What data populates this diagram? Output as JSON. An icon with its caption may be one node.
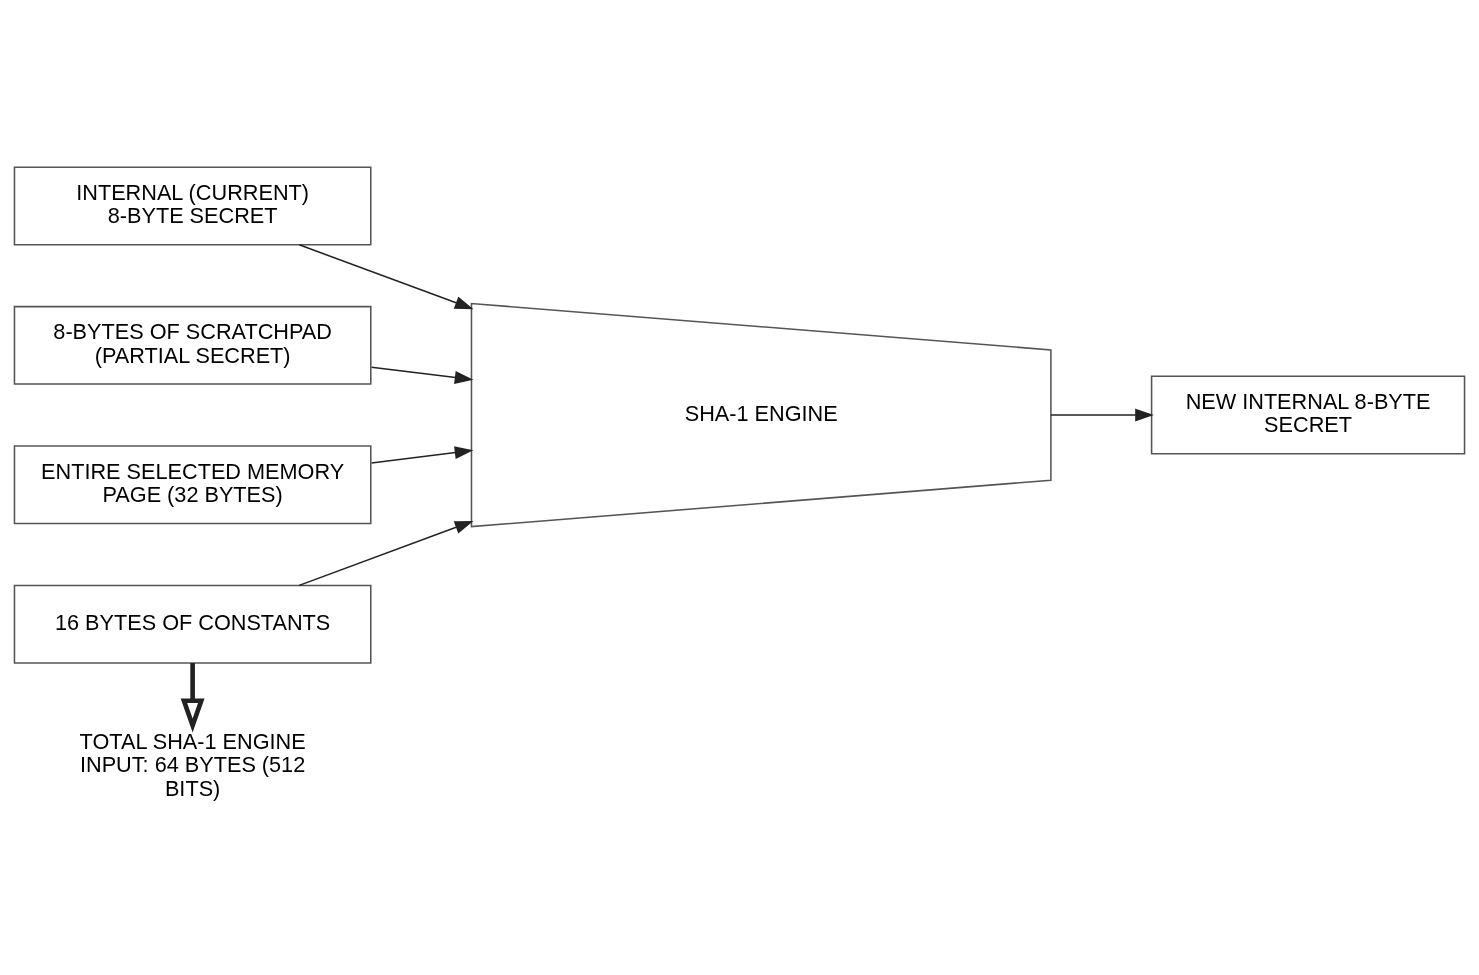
{
  "diagram": {
    "nodes": [
      {
        "text": [
          "INTERNAL (CURRENT) 8-BYTE SECRET"
        ]
      },
      {
        "text": [
          "8-BYTES OF SCRATCHPAD (PARTIAL SECRET)"
        ]
      },
      {
        "text": [
          "ENTIRE SELECTED MEMORY PAGE (32 BYTES)"
        ]
      },
      {
        "text": [
          "16 BYTES OF CONSTANTS"
        ]
      },
      {
        "text": [
          "SHA-1 ENGINE"
        ]
      },
      {
        "text": [
          "NEW INTERNAL 8-BYTE SECRET"
        ]
      },
      {
        "text": [
          "TOTAL SHA-1 ENGINE INPUT: 64 BYTES (512 BITS)"
        ]
      }
    ],
    "edges": [
      {
        "from": 0,
        "to": 4,
        "arrow": "to"
      },
      {
        "from": 1,
        "to": 4,
        "arrow": "to"
      },
      {
        "from": 2,
        "to": 4,
        "arrow": "to"
      },
      {
        "from": 3,
        "to": 4,
        "arrow": "to"
      },
      {
        "from": 4,
        "to": 5,
        "arrow": "to"
      },
      {
        "from": 3,
        "to": 6,
        "arrow": "to",
        "style": "thick"
      }
    ]
  }
}
